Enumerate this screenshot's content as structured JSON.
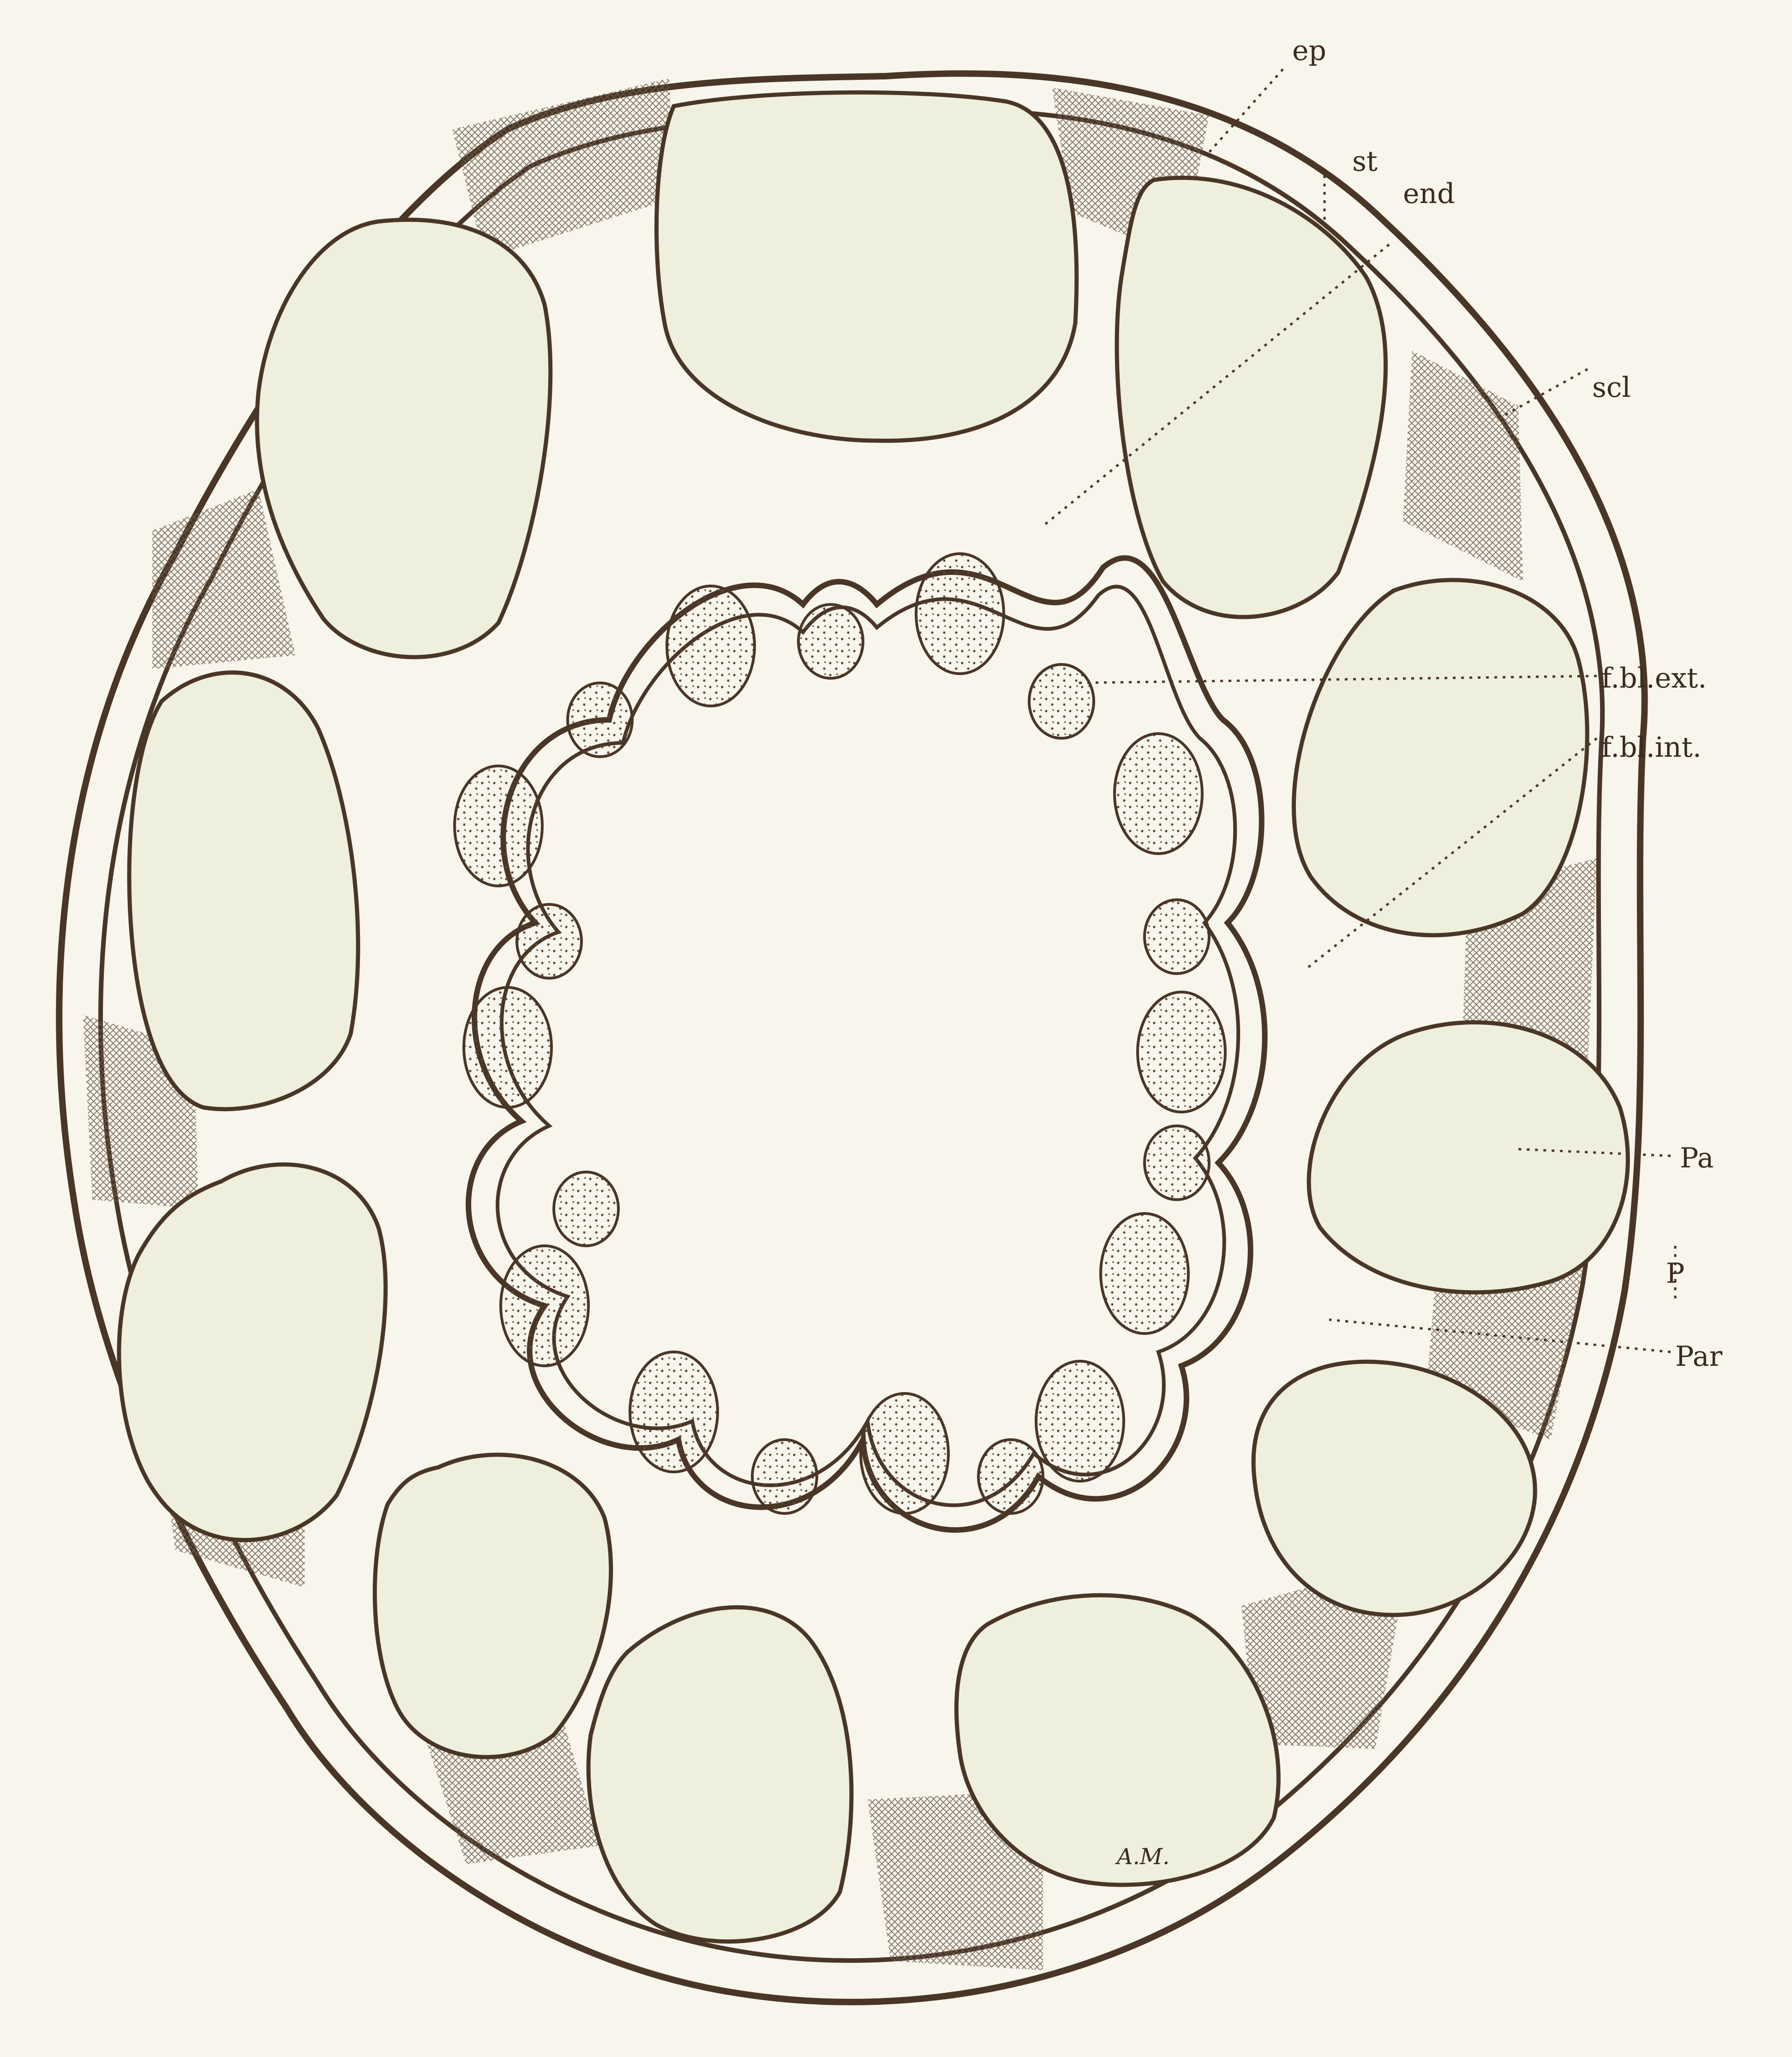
{
  "labels": {
    "ep": "ep",
    "st": "st",
    "end": "end",
    "scl": "scl",
    "fbl_ext": "f.bl.ext.",
    "fbl_int": "f.bl.int.",
    "pa": "Pa",
    "p": "P",
    "par": "Par"
  },
  "signature": "A.M.",
  "colors": {
    "paper": "#f7f5ec",
    "ink": "#4a3626",
    "canal_fill": "#eeefdc",
    "sclerenchyma": "#6b5a4a"
  }
}
